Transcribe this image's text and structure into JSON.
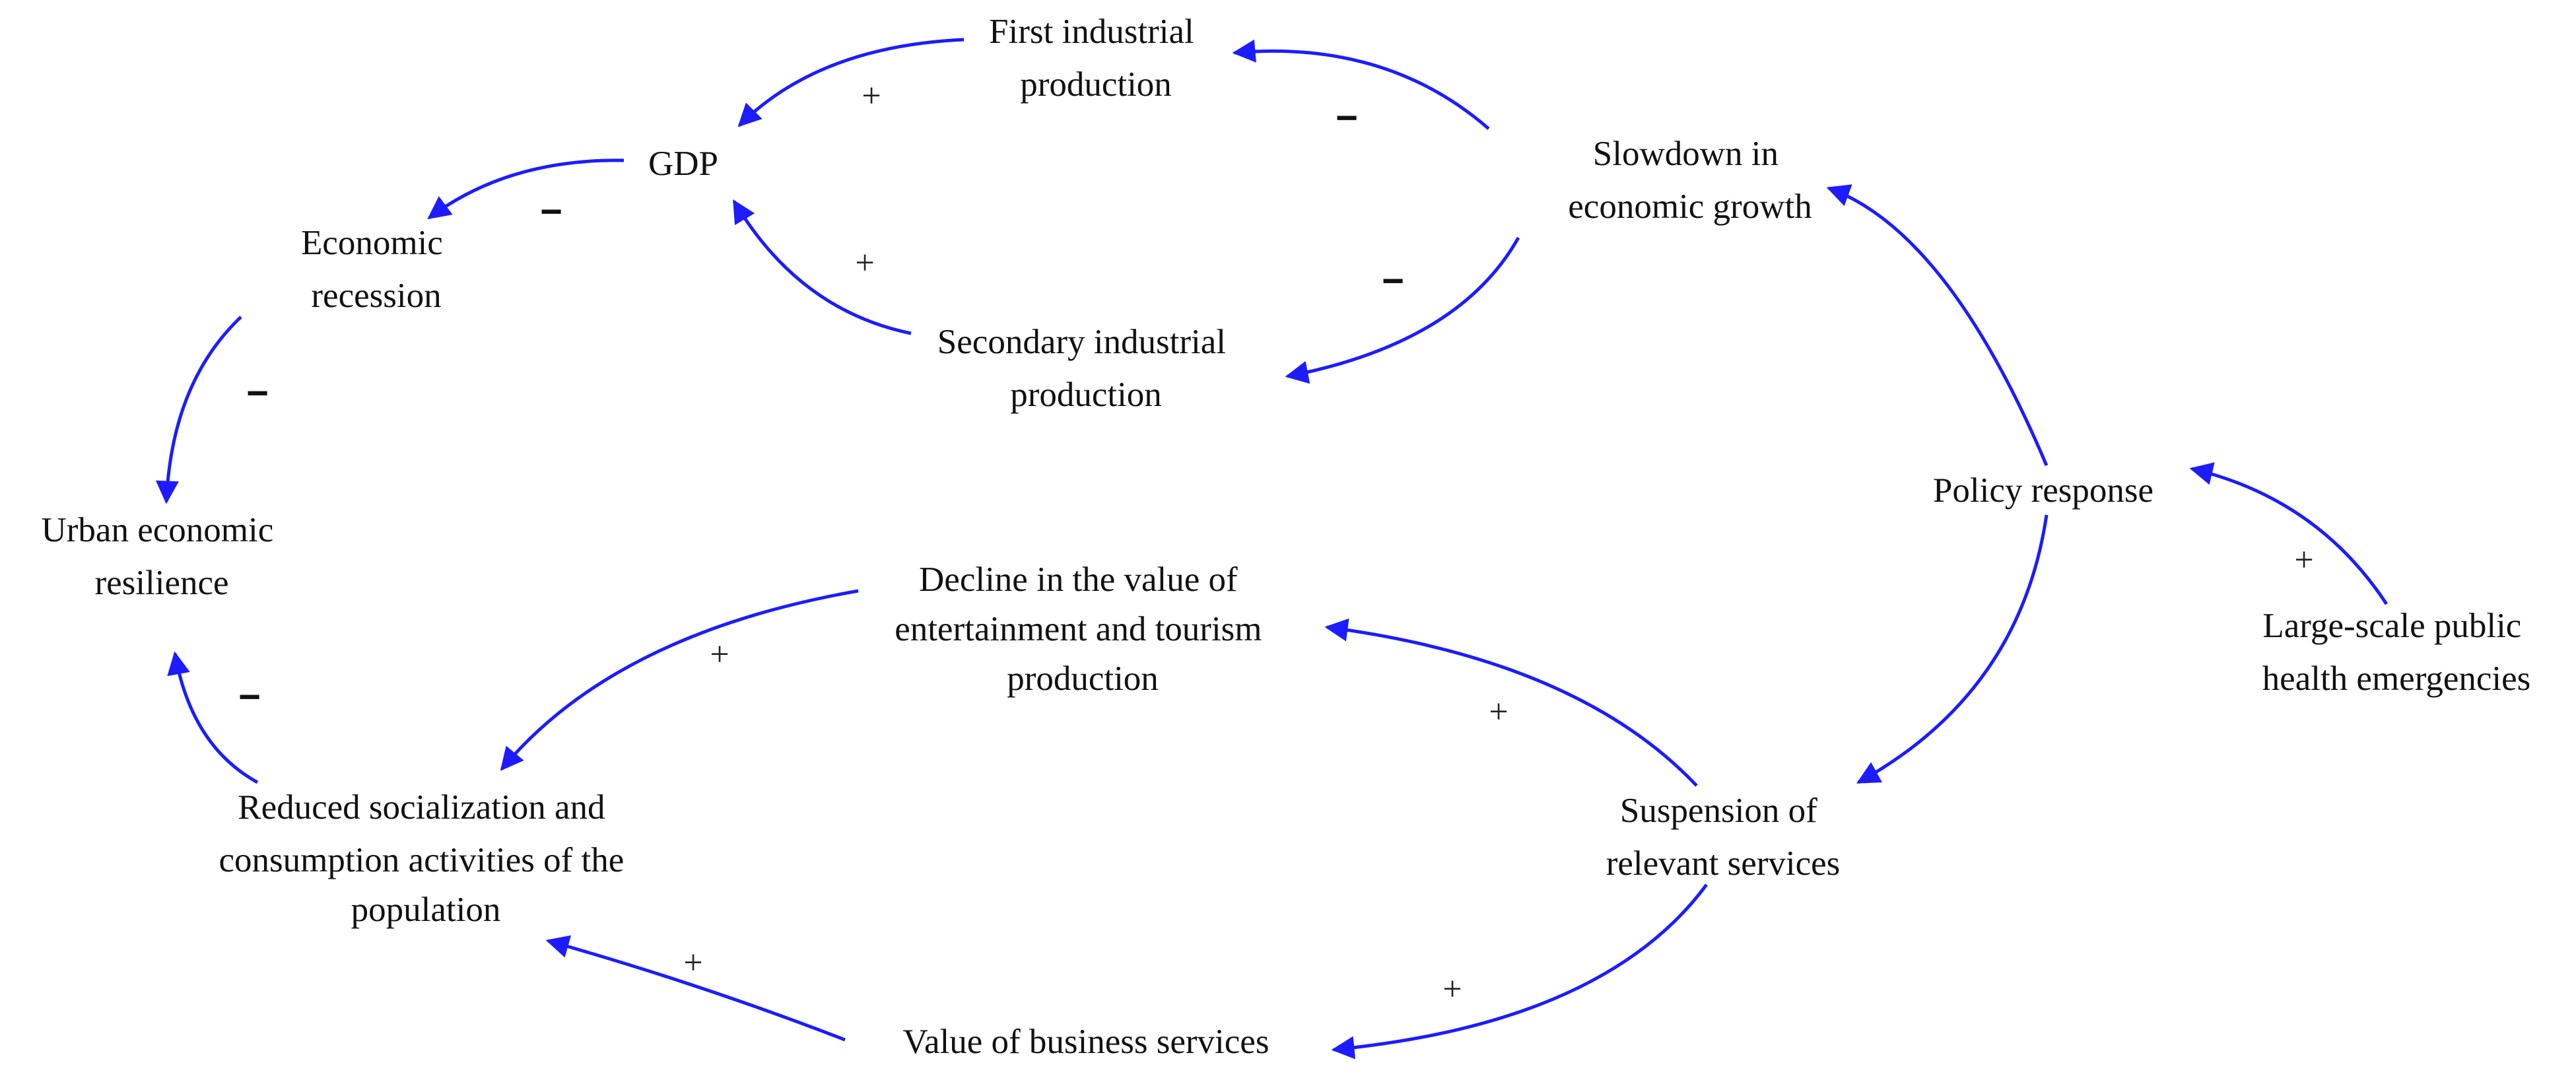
{
  "nodes": {
    "first_industrial": {
      "lines": [
        "First industrial",
        "production"
      ]
    },
    "gdp": {
      "lines": [
        "GDP"
      ]
    },
    "slowdown": {
      "lines": [
        "Slowdown in",
        "economic growth"
      ]
    },
    "economic_recession": {
      "lines": [
        "Economic",
        "recession"
      ]
    },
    "secondary_industrial": {
      "lines": [
        "Secondary industrial",
        "production"
      ]
    },
    "policy_response": {
      "lines": [
        "Policy response"
      ]
    },
    "urban_resilience": {
      "lines": [
        "Urban economic",
        "resilience"
      ]
    },
    "decline_entertainment": {
      "lines": [
        "Decline in the value of",
        "entertainment and tourism",
        "production"
      ]
    },
    "large_scale": {
      "lines": [
        "Large-scale public",
        "health emergencies"
      ]
    },
    "reduced_socialization": {
      "lines": [
        "Reduced socialization and",
        "consumption activities of the",
        "population"
      ]
    },
    "suspension": {
      "lines": [
        "Suspension of",
        "relevant services"
      ]
    },
    "business_services": {
      "lines": [
        "Value of business services"
      ]
    }
  },
  "links": [
    {
      "from": "slowdown",
      "to": "first_industrial",
      "polarity": "−"
    },
    {
      "from": "first_industrial",
      "to": "gdp",
      "polarity": "+"
    },
    {
      "from": "gdp",
      "to": "economic_recession",
      "polarity": "−"
    },
    {
      "from": "secondary_industrial",
      "to": "gdp",
      "polarity": "+"
    },
    {
      "from": "slowdown",
      "to": "secondary_industrial",
      "polarity": "−"
    },
    {
      "from": "economic_recession",
      "to": "urban_resilience",
      "polarity": "−"
    },
    {
      "from": "policy_response",
      "to": "slowdown",
      "polarity": ""
    },
    {
      "from": "large_scale",
      "to": "policy_response",
      "polarity": "+"
    },
    {
      "from": "policy_response",
      "to": "suspension",
      "polarity": ""
    },
    {
      "from": "suspension",
      "to": "decline_entertainment",
      "polarity": "+"
    },
    {
      "from": "decline_entertainment",
      "to": "reduced_socialization",
      "polarity": "+"
    },
    {
      "from": "reduced_socialization",
      "to": "urban_resilience",
      "polarity": "−"
    },
    {
      "from": "suspension",
      "to": "business_services",
      "polarity": "+"
    },
    {
      "from": "business_services",
      "to": "reduced_socialization",
      "polarity": "+"
    }
  ],
  "colors": {
    "link": "#1c1cff",
    "text": "#111111"
  }
}
